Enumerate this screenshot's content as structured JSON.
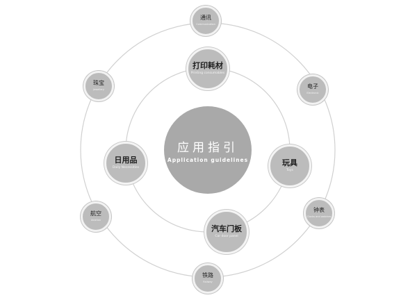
{
  "center": {
    "zh": "应用指引",
    "en": "Application guidelines"
  },
  "inner_ring": [
    {
      "key": "printing",
      "zh": "打印耗材",
      "en": "Printing consumables"
    },
    {
      "key": "daily",
      "zh": "日用品",
      "en": "Daily Necessities"
    },
    {
      "key": "toys",
      "zh": "玩具",
      "en": "Toys"
    },
    {
      "key": "car-door",
      "zh": "汽车门板",
      "en": "Car door panel"
    }
  ],
  "outer_ring": [
    {
      "key": "communication",
      "zh": "通讯",
      "en": "Communication"
    },
    {
      "key": "jewellery",
      "zh": "珠宝",
      "en": "Jewellery"
    },
    {
      "key": "electronics",
      "zh": "电子",
      "en": "Electronic"
    },
    {
      "key": "aviation",
      "zh": "航空",
      "en": "Aviation"
    },
    {
      "key": "clocks",
      "zh": "钟表",
      "en": "Clocks and watches"
    },
    {
      "key": "railway",
      "zh": "铁路",
      "en": "Railway"
    }
  ],
  "colors": {
    "hub": "#a9a9a9",
    "node": "#bcbcbc",
    "ring": "#d0d0d0"
  }
}
